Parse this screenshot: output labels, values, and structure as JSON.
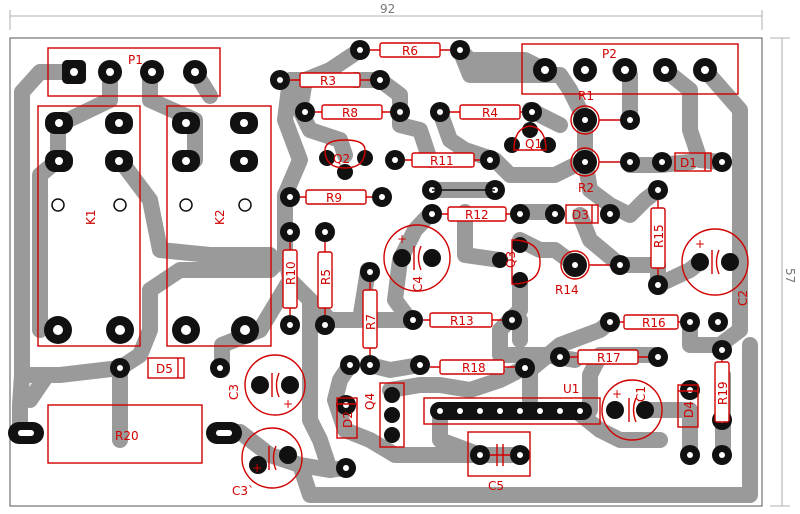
{
  "dimensions": {
    "width_label": "92",
    "height_label": "57"
  },
  "components": {
    "P1": "P1",
    "P2": "P2",
    "K1": "K1",
    "K2": "K2",
    "R1": "R1",
    "R2": "R2",
    "R3": "R3",
    "R4": "R4",
    "R5": "R5",
    "R6": "R6",
    "R7": "R7",
    "R8": "R8",
    "R9": "R9",
    "R10": "R10",
    "R11": "R11",
    "R12": "R12",
    "R13": "R13",
    "R14": "R14",
    "R15": "R15",
    "R16": "R16",
    "R17": "R17",
    "R18": "R18",
    "R19": "R19",
    "R20": "R20",
    "Q1": "Q1",
    "Q2": "Q2",
    "Q3": "Q3",
    "Q4": "Q4",
    "C1": "C1",
    "C2": "C2",
    "C3": "C3",
    "C3b": "C3`",
    "C4": "C4",
    "C5": "C5",
    "D1": "D1",
    "D2": "D2",
    "D3": "D3",
    "D4": "D4",
    "D5": "D5",
    "U1": "U1"
  },
  "colors": {
    "trace": "#9a9a9a",
    "silkscreen": "#d10000",
    "pad": "#111111",
    "board_outline": "#555555"
  }
}
